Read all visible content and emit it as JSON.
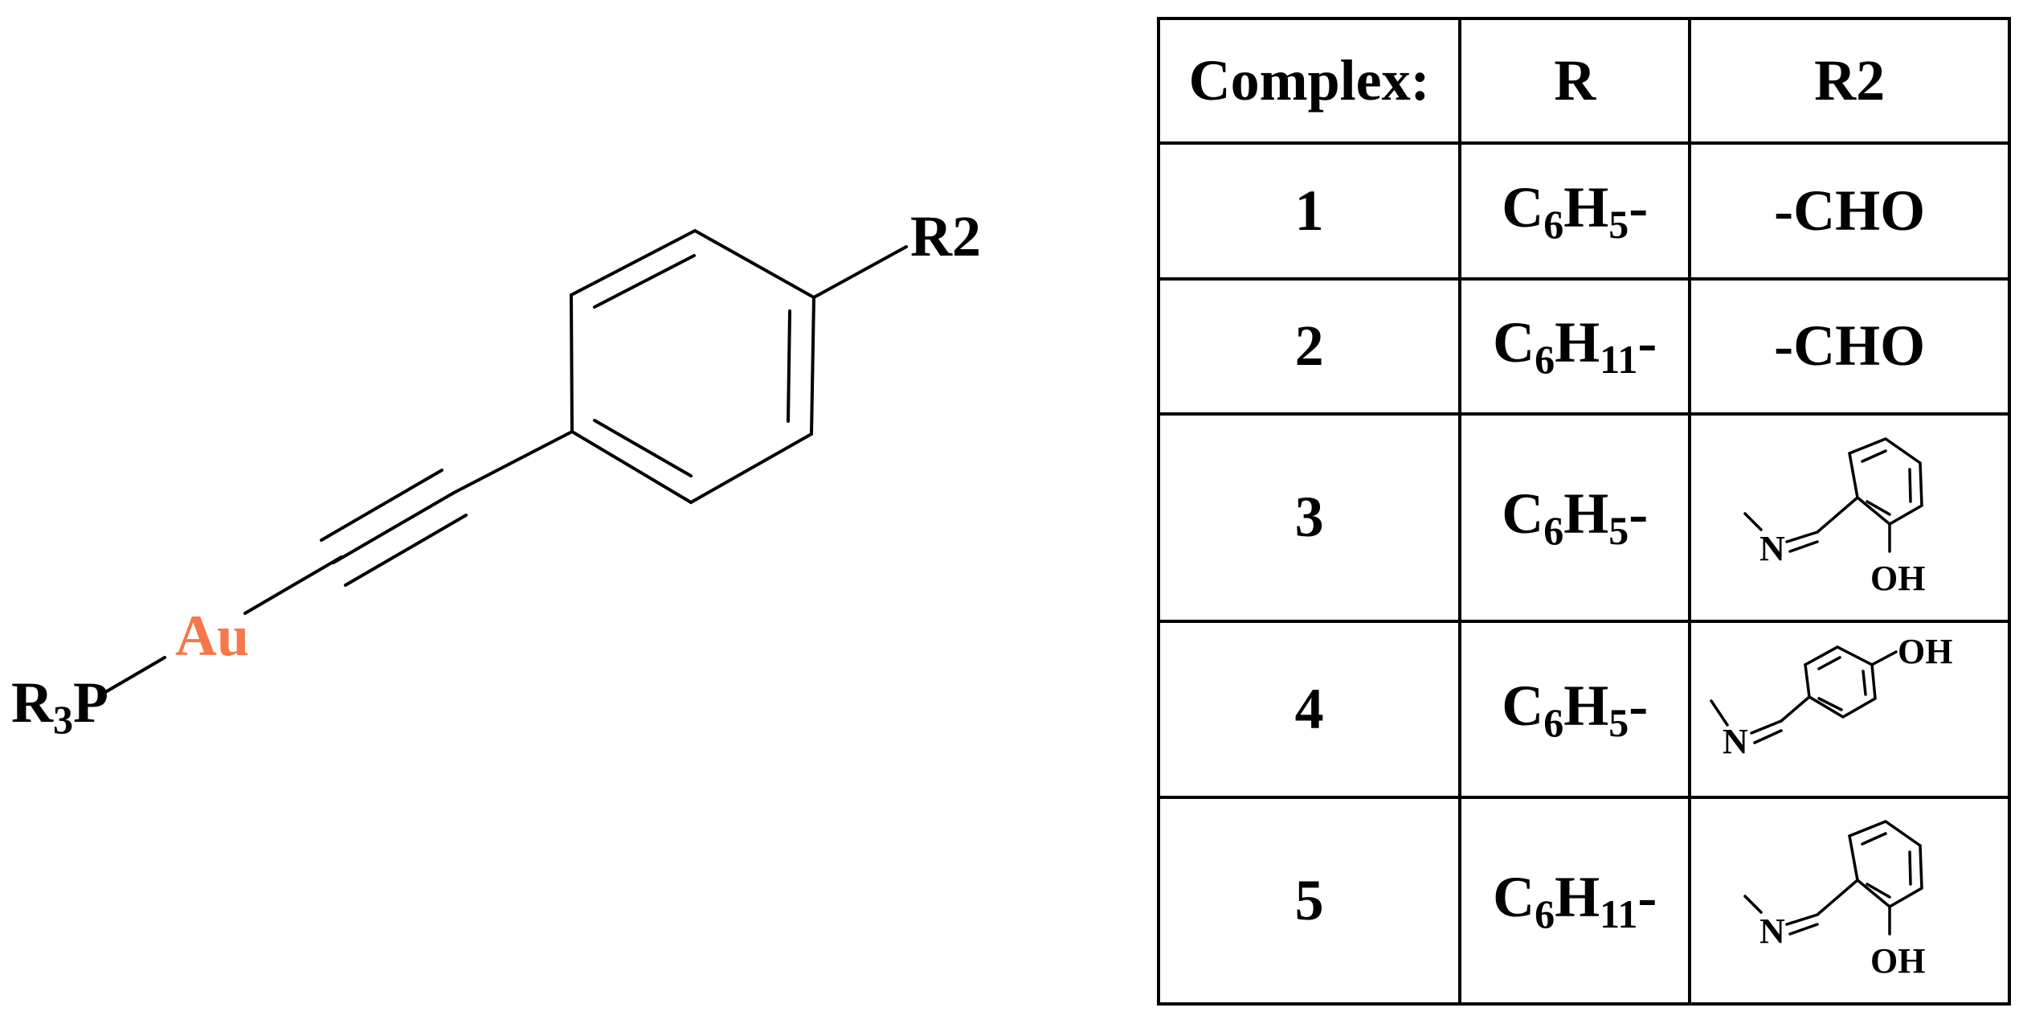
{
  "scheme": {
    "r3p_base": "R",
    "r3p_sub": "3",
    "r3p_tail": "P",
    "metal": "Au",
    "metal_color": "#F4784A",
    "para_substituent": "R2"
  },
  "table": {
    "headers": [
      "Complex:",
      "R",
      "R2"
    ],
    "rows": [
      {
        "complex": "1",
        "r_base": "C",
        "r_sub1": "6",
        "r_mid": "H",
        "r_sub2": "5",
        "r_tail": "-",
        "r2_text": "-CHO",
        "r2_structure": null
      },
      {
        "complex": "2",
        "r_base": "C",
        "r_sub1": "6",
        "r_mid": "H",
        "r_sub2": "11",
        "r_tail": "-",
        "r2_text": "-CHO",
        "r2_structure": null
      },
      {
        "complex": "3",
        "r_base": "C",
        "r_sub1": "6",
        "r_mid": "H",
        "r_sub2": "5",
        "r_tail": "-",
        "r2_text": null,
        "r2_structure": {
          "n_label": "N",
          "oh_label": "OH",
          "oh_position": "ortho"
        }
      },
      {
        "complex": "4",
        "r_base": "C",
        "r_sub1": "6",
        "r_mid": "H",
        "r_sub2": "5",
        "r_tail": "-",
        "r2_text": null,
        "r2_structure": {
          "n_label": "N",
          "oh_label": "OH",
          "oh_position": "para"
        }
      },
      {
        "complex": "5",
        "r_base": "C",
        "r_sub1": "6",
        "r_mid": "H",
        "r_sub2": "11",
        "r_tail": "-",
        "r2_text": null,
        "r2_structure": {
          "n_label": "N",
          "oh_label": "OH",
          "oh_position": "ortho"
        }
      }
    ]
  }
}
